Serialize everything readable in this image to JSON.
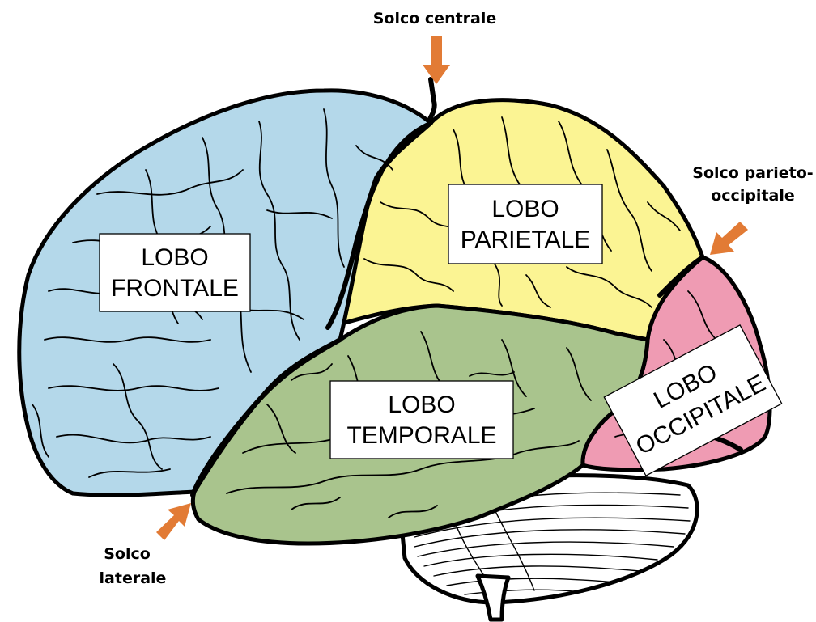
{
  "lobes": {
    "frontal": {
      "line1": "LOBO",
      "line2": "FRONTALE",
      "color": "#b4d8ea"
    },
    "parietal": {
      "line1": "LOBO",
      "line2": "PARIETALE",
      "color": "#fbf493"
    },
    "temporal": {
      "line1": "LOBO",
      "line2": "TEMPORALE",
      "color": "#a9c48d"
    },
    "occipital": {
      "line1": "LOBO",
      "line2": "OCCIPITALE",
      "color": "#ef9bb3"
    }
  },
  "sulci": {
    "central": {
      "line1": "Solco centrale"
    },
    "parieto_occipital": {
      "line1": "Solco parieto-",
      "line2": "occipitale"
    },
    "lateral": {
      "line1": "Solco",
      "line2": "laterale"
    }
  },
  "colors": {
    "arrow": "#e27b35",
    "cerebellum": "#ffffff",
    "outline": "#000000"
  }
}
